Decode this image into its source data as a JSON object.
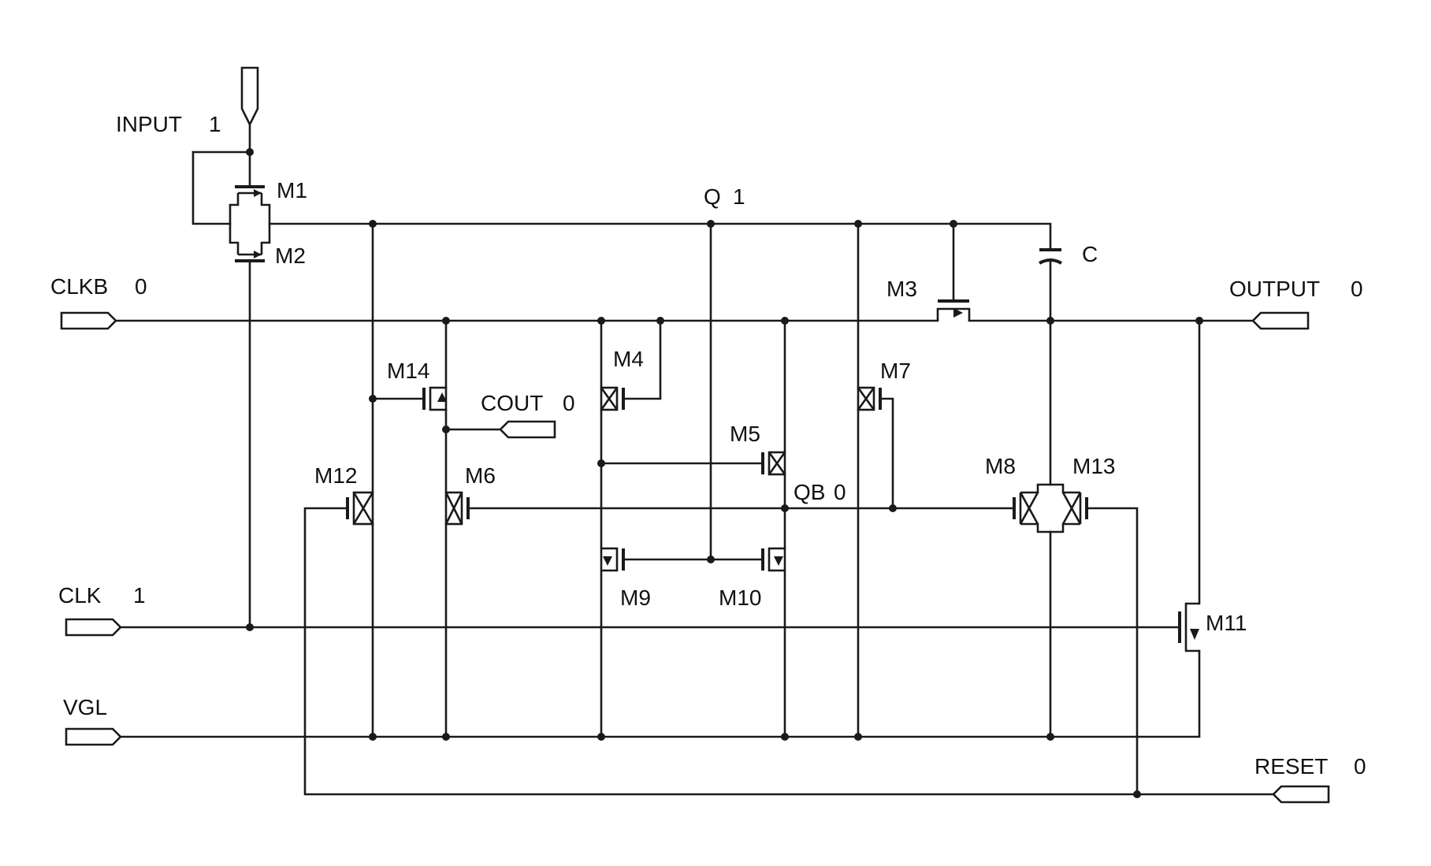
{
  "labels": {
    "input": "INPUT",
    "input_val": "1",
    "q": "Q",
    "q_val": "1",
    "clkb": "CLKB",
    "clkb_val": "0",
    "output": "OUTPUT",
    "output_val": "0",
    "cout": "COUT",
    "cout_val": "0",
    "qb": "QB",
    "qb_val": "0",
    "clk": "CLK",
    "clk_val": "1",
    "vgl": "VGL",
    "reset": "RESET",
    "reset_val": "0",
    "cap": "C"
  },
  "transistors": {
    "m1": "M1",
    "m2": "M2",
    "m3": "M3",
    "m4": "M4",
    "m5": "M5",
    "m6": "M6",
    "m7": "M7",
    "m8": "M8",
    "m9": "M9",
    "m10": "M10",
    "m11": "M11",
    "m12": "M12",
    "m13": "M13",
    "m14": "M14"
  }
}
